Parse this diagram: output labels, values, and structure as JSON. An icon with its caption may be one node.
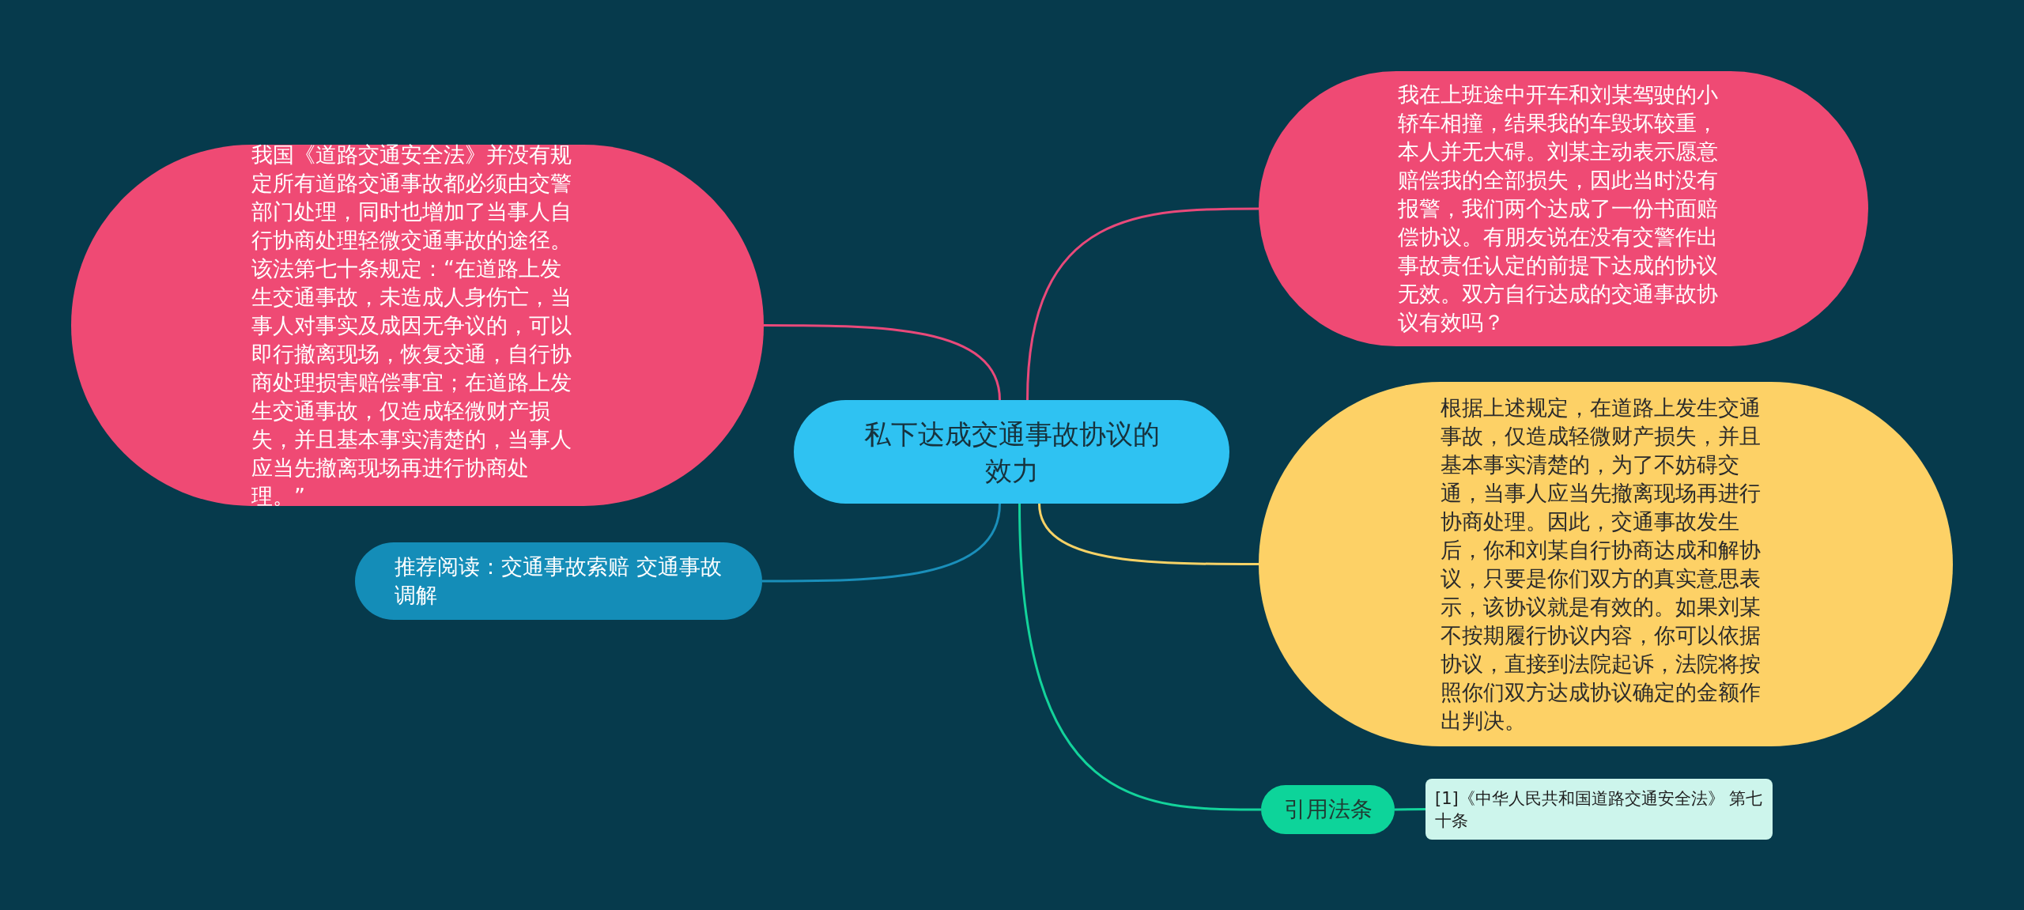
{
  "diagram": {
    "nodes": [
      {
        "text": [
          "私下达成交通事故协议的效力"
        ]
      },
      {
        "text": [
          "我国《道路交通安全法》并没有规定所有道路交通事故都必须由交警部门处理，同时也增加了当事人自行协商处理轻微交通事故的途径。该法第七十条规定：“在道路上发生交通事故，未造成人身伤亡，当事人对事实及成因无争议的，可以即行撤离现场，恢复交通，自行协商处理损害赔偿事宜；在道路上发生交通事故，仅造成轻微财产损失，并且基本事实清楚的，当事人应当先撤离现场再进行协商处理。”"
        ]
      },
      {
        "text": [
          "推荐阅读：交通事故索赔 交通事故调解"
        ]
      },
      {
        "text": [
          "我在上班途中开车和刘某驾驶的小轿车相撞，结果我的车毁坏较重，本人并无大碍。刘某主动表示愿意赔偿我的全部损失，因此当时没有报警，我们两个达成了一份书面赔偿协议。有朋友说在没有交警作出事故责任认定的前提下达成的协议无效。双方自行达成的交通事故协议有效吗？"
        ]
      },
      {
        "text": [
          "根据上述规定，在道路上发生交通事故，仅造成轻微财产损失，并且基本事实清楚的，为了不妨碍交通，当事人应当先撤离现场再进行协商处理。因此，交通事故发生后，你和刘某自行协商达成和解协议，只要是你们双方的真实意思表示，该协议就是有效的。如果刘某不按期履行协议内容，你可以依据协议，直接到法院起诉，法院将按照你们双方达成协议确定的金额作出判决。"
        ]
      },
      {
        "text": [
          "引用法条"
        ]
      },
      {
        "text": [
          "[1]《中华人民共和国道路交通安全法》 第七十条"
        ]
      }
    ],
    "edges": [
      {
        "from": 0,
        "to": 1,
        "arrow": "none",
        "color": "#e9497a"
      },
      {
        "from": 0,
        "to": 2,
        "arrow": "none",
        "color": "#1a8fba"
      },
      {
        "from": 0,
        "to": 3,
        "arrow": "none",
        "color": "#e9497a"
      },
      {
        "from": 0,
        "to": 4,
        "arrow": "none",
        "color": "#f7d266"
      },
      {
        "from": 0,
        "to": 5,
        "arrow": "none",
        "color": "#13d39b"
      },
      {
        "from": 5,
        "to": 6,
        "arrow": "none",
        "color": "#13d39b"
      }
    ]
  }
}
